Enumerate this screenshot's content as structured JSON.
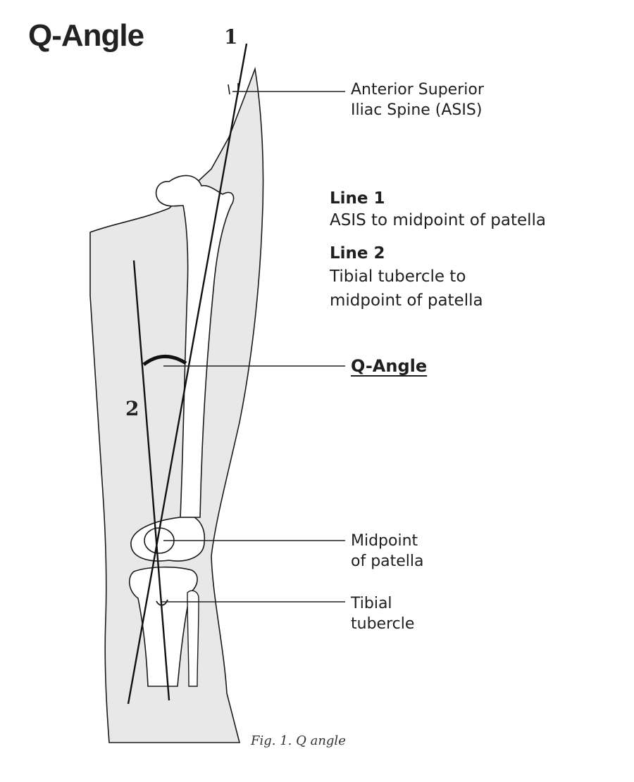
{
  "title": "Q-Angle",
  "line_markers": {
    "line1": "1",
    "line2": "2"
  },
  "callouts": {
    "asis": {
      "line1": "Anterior Superior",
      "line2": "Iliac Spine (ASIS)"
    },
    "q_angle": "Q-Angle",
    "midpoint": {
      "line1": "Midpoint",
      "line2": "of patella"
    },
    "tibial": {
      "line1": "Tibial",
      "line2": "tubercle"
    }
  },
  "legend": {
    "line1": {
      "heading": "Line 1",
      "text": "ASIS to midpoint of patella"
    },
    "line2": {
      "heading": "Line 2",
      "text_line1": "Tibial tubercle to",
      "text_line2": "midpoint of patella"
    }
  },
  "caption": "Fig. 1. Q angle",
  "colors": {
    "leg_fill": "#e8e8e8",
    "outline": "#1a1a1a",
    "bone": "#ffffff"
  }
}
